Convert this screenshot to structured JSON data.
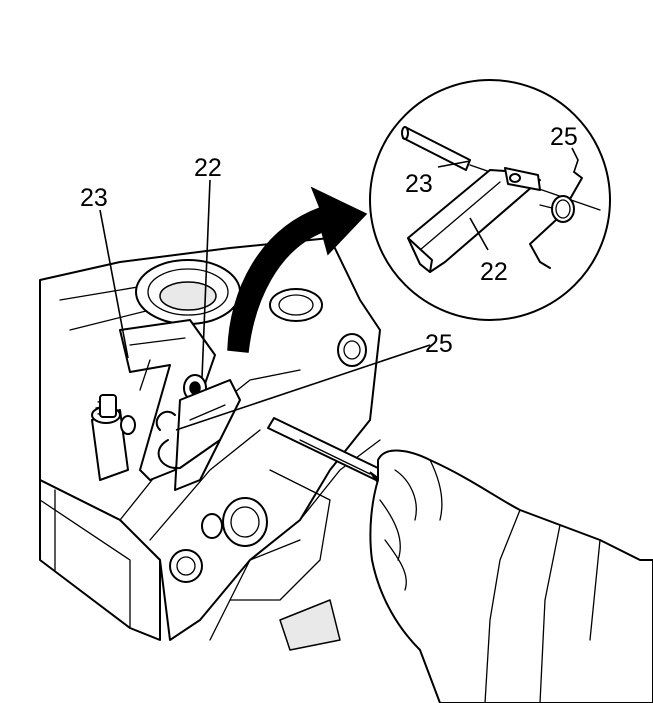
{
  "callouts": {
    "c23_main": "23",
    "c22_main": "22",
    "c25_main": "25",
    "c23_detail": "23",
    "c22_detail": "22",
    "c25_detail": "25"
  }
}
